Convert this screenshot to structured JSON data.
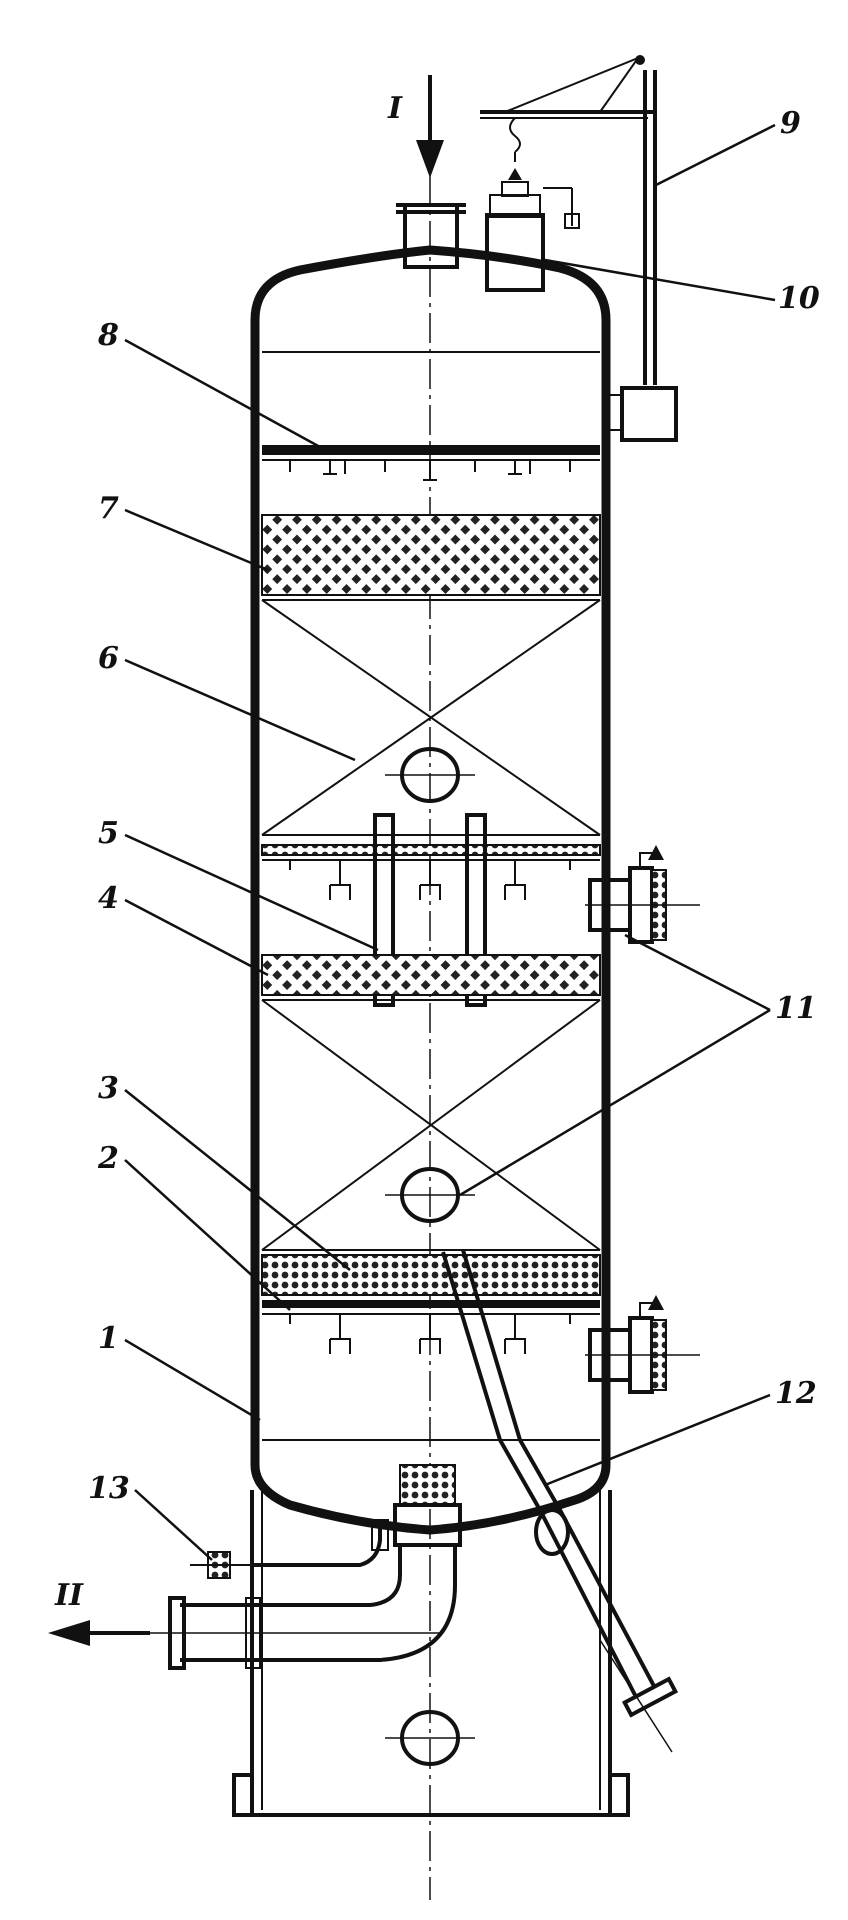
{
  "labels": {
    "flow_in": "I",
    "flow_out": "II",
    "n1": "1",
    "n2": "2",
    "n3": "3",
    "n4": "4",
    "n5": "5",
    "n6": "6",
    "n7": "7",
    "n8": "8",
    "n9": "9",
    "n10": "10",
    "n11": "11",
    "n12": "12",
    "n13": "13"
  },
  "colors": {
    "line": "#111111",
    "background": "#ffffff"
  }
}
